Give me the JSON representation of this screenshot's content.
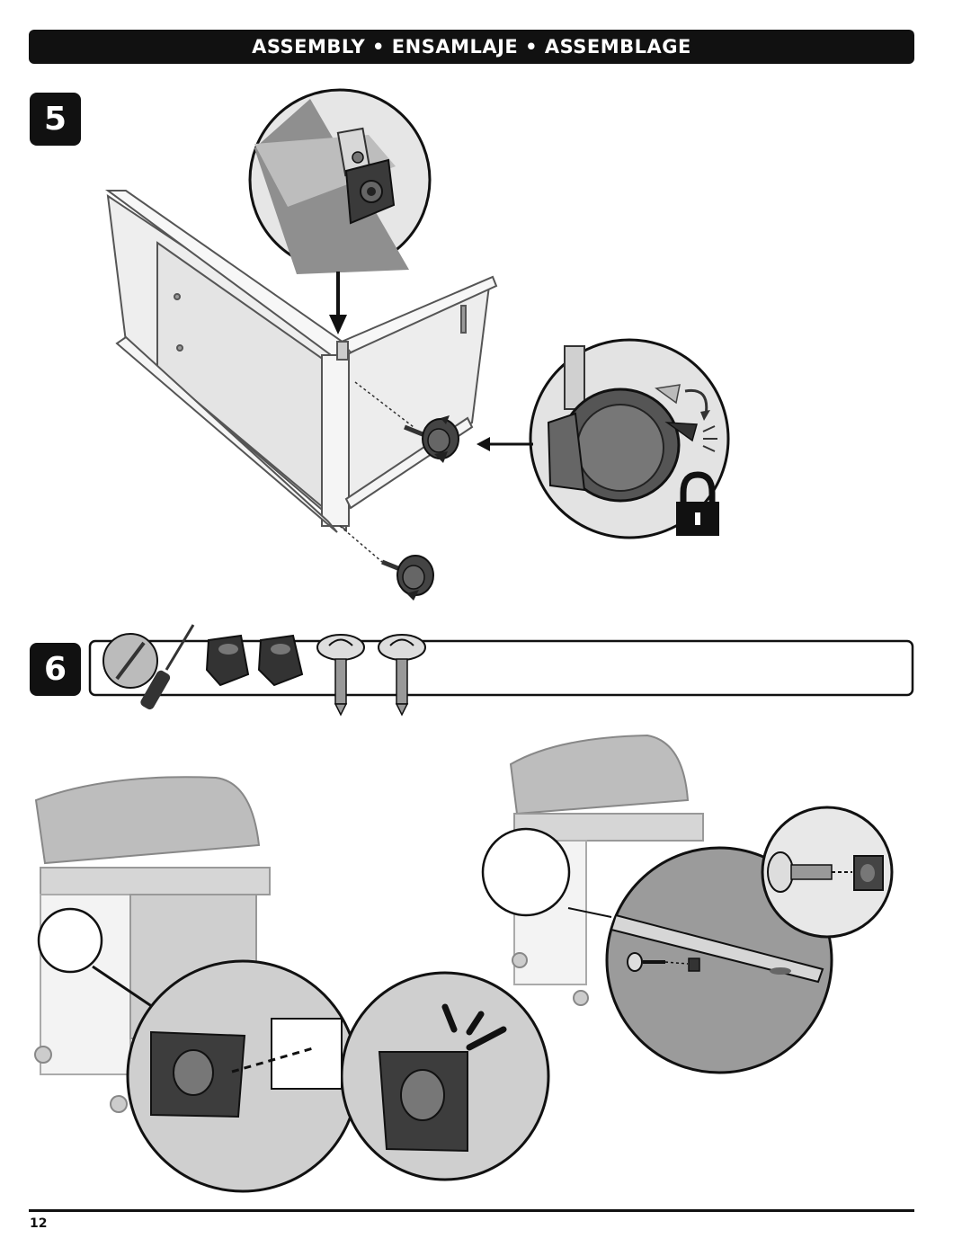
{
  "header": {
    "title": "ASSEMBLY • ENSAMLAJE • ASSEMBLAGE"
  },
  "steps": [
    {
      "number": "5"
    },
    {
      "number": "6"
    }
  ],
  "footer": {
    "page_number": "12"
  },
  "icons": [
    "lock-icon",
    "screwdriver-icon",
    "square-insert-icon",
    "screw-icon",
    "caster-wheel-icon",
    "grill-icon"
  ]
}
